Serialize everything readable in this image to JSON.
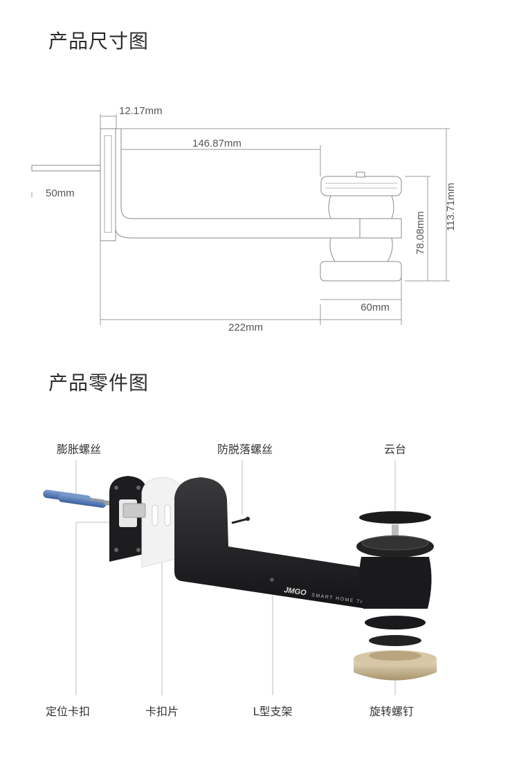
{
  "titles": {
    "dimensions": "产品尺寸图",
    "parts": "产品零件图"
  },
  "dimensions": {
    "d_12_17": "12.17mm",
    "d_146_87": "146.87mm",
    "d_50": "50mm",
    "d_113_71": "113.71mm",
    "d_78_08": "78.08mm",
    "d_60": "60mm",
    "d_222": "222mm"
  },
  "parts": {
    "expansion_screw": "膨胀螺丝",
    "anti_drop_screw": "防脱落螺丝",
    "gimbal": "云台",
    "locating_clip": "定位卡扣",
    "clip_plate": "卡扣片",
    "l_bracket": "L型支架",
    "rotating_screw": "旋转螺钉"
  },
  "brand": {
    "logo": "JMGO",
    "tagline": "SMART HOME THEA"
  }
}
